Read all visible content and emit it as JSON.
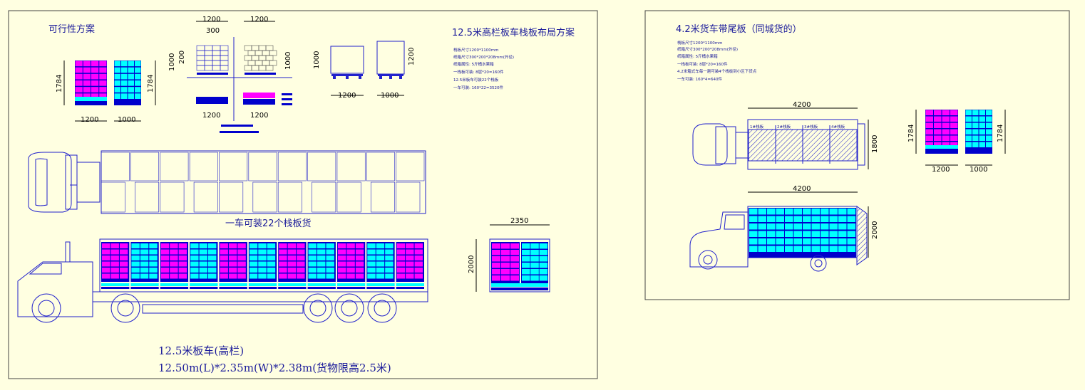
{
  "left_panel": {
    "feasibility_title": "可行性方案",
    "plan_title": "12.5米高栏板车栈板布局方案",
    "specs": [
      "栈板尺寸1200*1100mm",
      "纸箱尺寸300*200*208mm(外径)",
      "纸箱属性: 5斤桶水果箱",
      "一栈板可装: 8层*20=160件",
      "12.5米板车可装22个栈板",
      "一车可装: 160*22=3520件"
    ],
    "capacity_label": "一车可装22个栈板货",
    "truck_name": "12.5米板车(高栏)",
    "truck_dims": "12.50m(L)*2.35m(W)*2.38m(货物限高2.5米)",
    "dims": {
      "stack_height": "1784",
      "pallet_len": "1200",
      "pallet_wid": "1000",
      "grid_width": "1200",
      "box_len": "300",
      "box_wid": "200",
      "grid_depth": "1000",
      "pallet_depth": "1000",
      "container_width": "2350",
      "container_height": "2000"
    }
  },
  "right_panel": {
    "title": "4.2米货车带尾板（同城货的）",
    "specs": [
      "栈板尺寸1200*1100mm",
      "纸箱尺寸300*200*208mm(外径)",
      "纸箱属性: 5斤桶水果箱",
      "一栈板可装: 8层*20=160件",
      "4.2米箱式车每一趟可装4个栈板到小区下货点",
      "一车可装: 160*4=640件"
    ],
    "pallet_labels": [
      "1#栈板",
      "2#栈板",
      "3#栈板",
      "4#栈板"
    ],
    "dims": {
      "box_len": "4200",
      "box_wid": "1800",
      "side_len": "4200",
      "side_height": "2000",
      "stack_height": "1784",
      "pallet_len": "1200",
      "pallet_wid": "1000"
    }
  },
  "colors": {
    "line": "#2222cc",
    "magenta": "#ff00ff",
    "cyan": "#00ffff",
    "navy": "#0000cc",
    "background": "#ffffe1"
  }
}
